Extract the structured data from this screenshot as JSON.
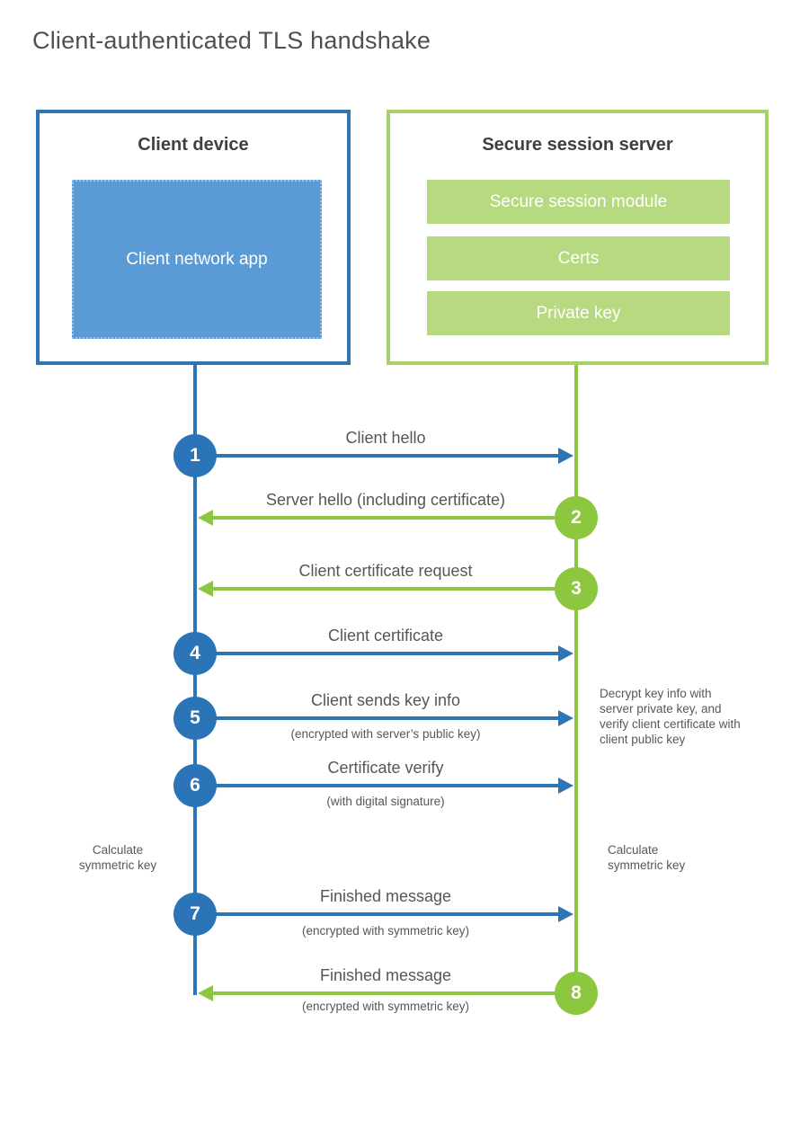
{
  "title": "Client-authenticated TLS handshake",
  "colors": {
    "blue": "#2e75b6",
    "blue_fill": "#5b9bd5",
    "green": "#8dc63f",
    "green_border": "#a5d165",
    "green_fill": "#b7da80"
  },
  "client_box": {
    "title": "Client device",
    "app": "Client network app"
  },
  "server_box": {
    "title": "Secure session server",
    "modules": [
      "Secure session module",
      "Certs",
      "Private key"
    ]
  },
  "steps": [
    {
      "num": "1",
      "label": "Client hello",
      "sub": "",
      "direction": "client-to-server",
      "color": "blue"
    },
    {
      "num": "2",
      "label": "Server hello (including certificate)",
      "sub": "",
      "direction": "server-to-client",
      "color": "green"
    },
    {
      "num": "3",
      "label": "Client certificate request",
      "sub": "",
      "direction": "server-to-client",
      "color": "green"
    },
    {
      "num": "4",
      "label": "Client certificate",
      "sub": "",
      "direction": "client-to-server",
      "color": "blue"
    },
    {
      "num": "5",
      "label": "Client sends key info",
      "sub": "(encrypted with server’s public key)",
      "direction": "client-to-server",
      "color": "blue"
    },
    {
      "num": "6",
      "label": "Certificate verify",
      "sub": "(with digital signature)",
      "direction": "client-to-server",
      "color": "blue"
    },
    {
      "num": "7",
      "label": "Finished message",
      "sub": "(encrypted with symmetric key)",
      "direction": "client-to-server",
      "color": "blue"
    },
    {
      "num": "8",
      "label": "Finished message",
      "sub": "(encrypted with symmetric key)",
      "direction": "server-to-client",
      "color": "green"
    }
  ],
  "annotations": {
    "calc_left": "Calculate symmetric key",
    "calc_right": "Calculate symmetric key",
    "decrypt_note": "Decrypt key info with server private key, and verify client certificate with client public key"
  }
}
